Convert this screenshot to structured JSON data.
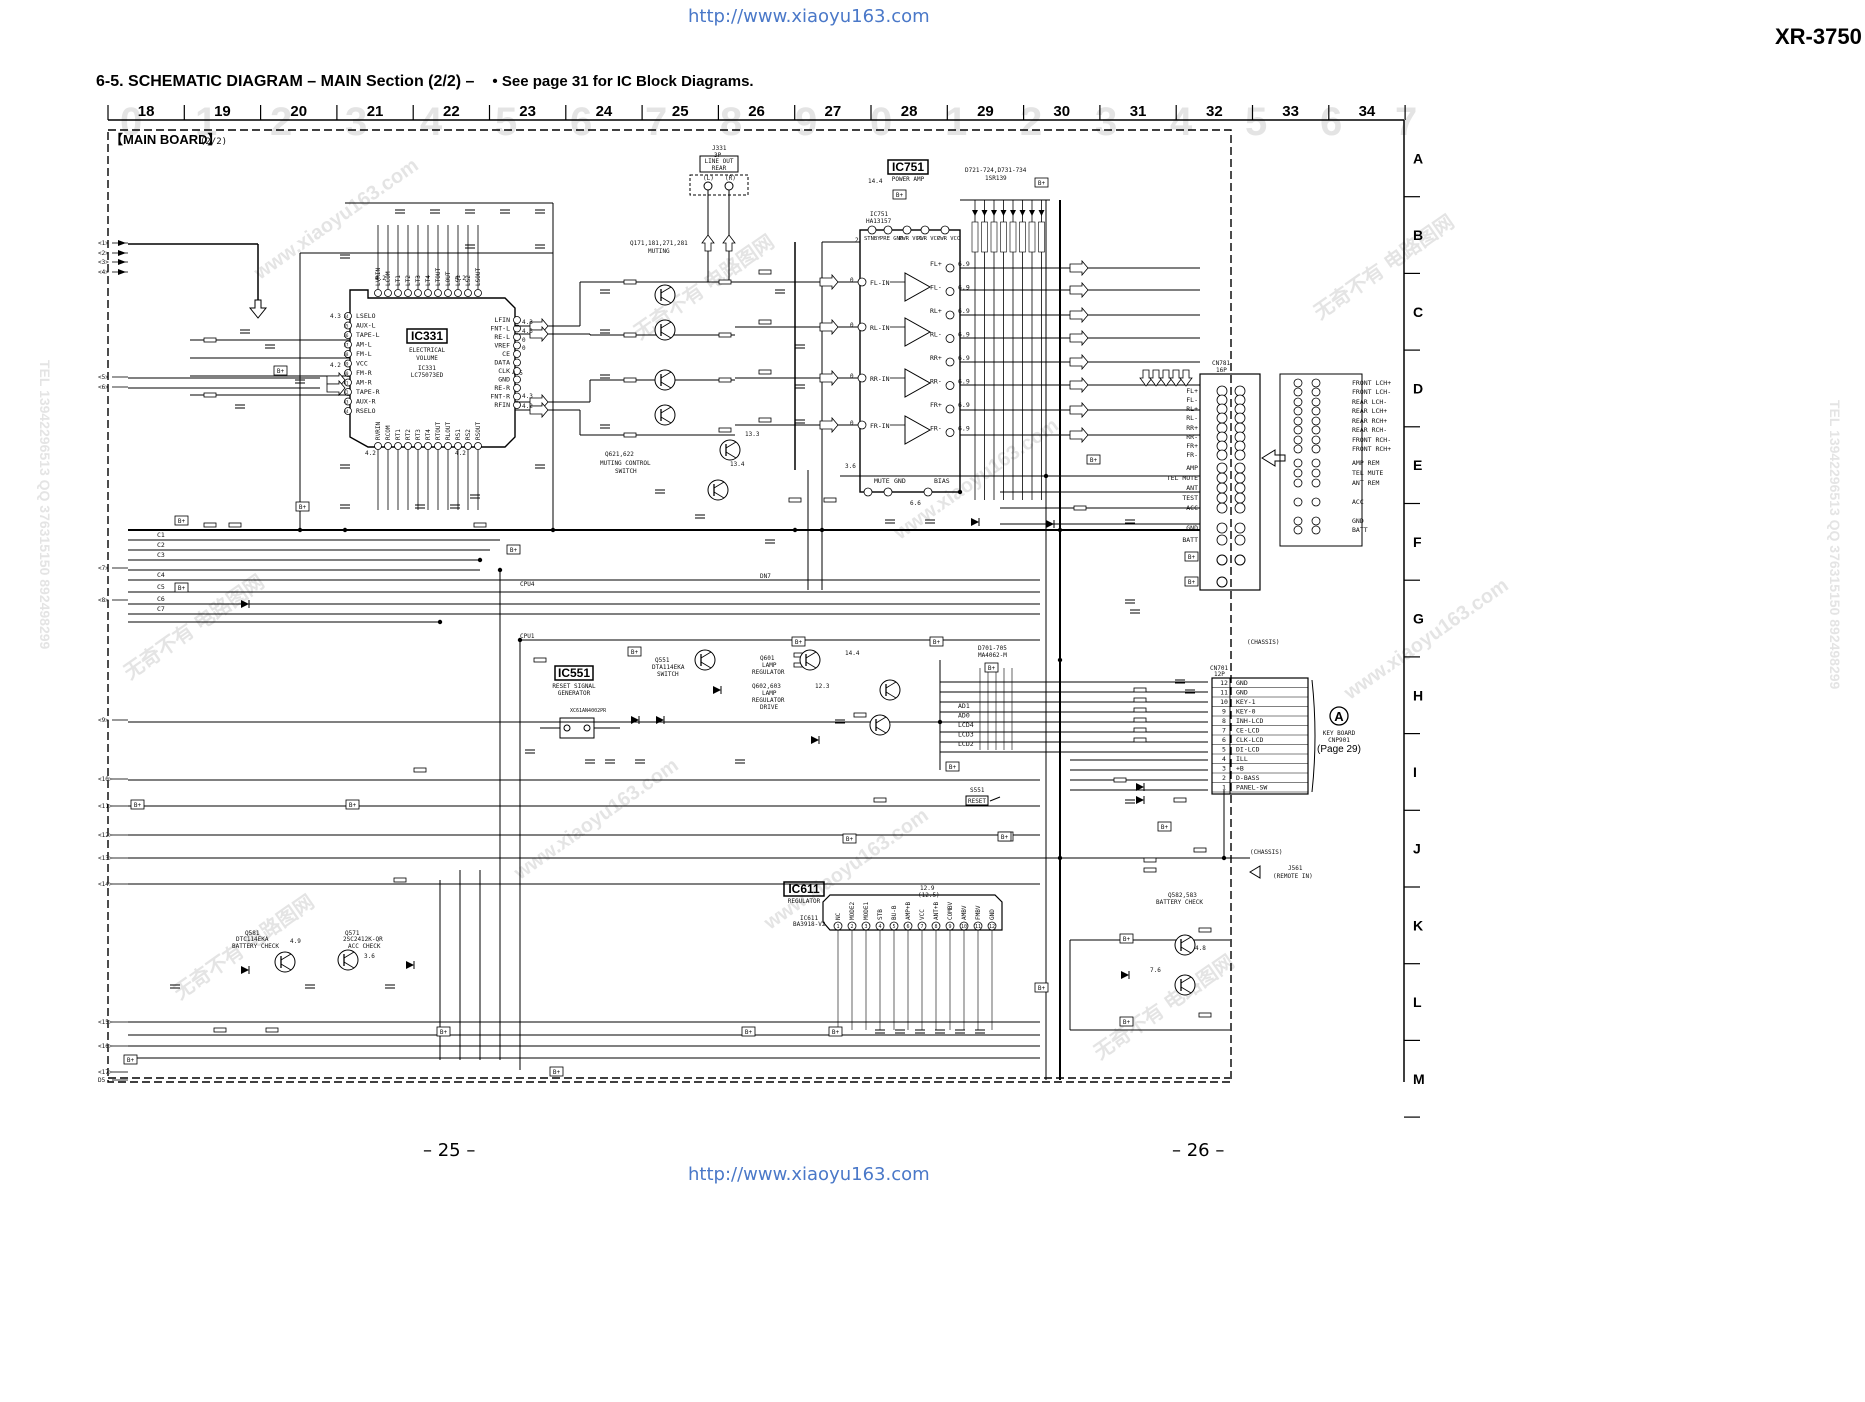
{
  "header": {
    "url_top": "http://www.xiaoyu163.com",
    "model": "XR-3750",
    "title": "6-5.   SCHEMATIC  DIAGRAM  – MAIN Section (2/2) –",
    "note": "• See page 31 for IC Block Diagrams."
  },
  "grid": {
    "columns": [
      "18",
      "19",
      "20",
      "21",
      "22",
      "23",
      "24",
      "25",
      "26",
      "27",
      "28",
      "29",
      "30",
      "31",
      "32",
      "33",
      "34"
    ],
    "rows": [
      "A",
      "B",
      "C",
      "D",
      "E",
      "F",
      "G",
      "H",
      "I",
      "J",
      "K",
      "L",
      "M"
    ]
  },
  "board": {
    "label": "【MAIN BOARD】",
    "sub": "(2/2)"
  },
  "ics": {
    "ic331": {
      "name": "IC331",
      "desc1": "ELECTRICAL",
      "desc2": "VOLUME",
      "part1": "IC331",
      "part2": "LC75073ED"
    },
    "ic751": {
      "name": "IC751",
      "desc": "POWER AMP",
      "part1": "IC751",
      "part2": "HA13157"
    },
    "ic551": {
      "name": "IC551",
      "desc1": "RESET SIGNAL",
      "desc2": "GENERATOR",
      "part": "XC61AN4002PR"
    },
    "ic611": {
      "name": "IC611",
      "desc": "REGULATOR",
      "part1": "IC611",
      "part2": "BA3918-V2"
    }
  },
  "ic331_left_pins": [
    "LSELO",
    "AUX-L",
    "TAPE-L",
    "AM-L",
    "FM-L",
    "VCC",
    "FM-R",
    "AM-R",
    "TAPE-R",
    "AUX-R",
    "RSELO"
  ],
  "ic331_right_labels": [
    "LFIN",
    "FNT-L",
    "RE-L",
    "VREF",
    "CE",
    "DATA",
    "CLK",
    "GND",
    "RE-R",
    "FNT-R",
    "RFIN"
  ],
  "ic331_top_pins": [
    "LVRIN",
    "LCOM",
    "LT1",
    "LT2",
    "LT3",
    "LT4",
    "LTOUT",
    "LOUT",
    "LS1",
    "LS2",
    "LSOUT"
  ],
  "ic331_bottom_pins": [
    "RVRIN",
    "RCOM",
    "RT1",
    "RT2",
    "RT3",
    "RT4",
    "RTOUT",
    "RLOUT",
    "RS1",
    "RS2",
    "RSOUT"
  ],
  "ic751_channels": [
    "FL-IN",
    "RL-IN",
    "RR-IN",
    "FR-IN"
  ],
  "ic751_outputs": [
    "FL+",
    "FL-",
    "RL+",
    "RL-",
    "RR+",
    "RR-",
    "FR+",
    "FR-"
  ],
  "ic751_top_labels": [
    "PRE GND",
    "PWR VCC",
    "PWR VCC",
    "PWR VCC",
    "STNBY"
  ],
  "ic751_bottom_labels": [
    "MUTE",
    "GND",
    "BIAS"
  ],
  "cn781": {
    "label": "CN781",
    "sub": "16P",
    "pins": [
      "FL+",
      "FL-",
      "RL+",
      "RL-",
      "RR+",
      "RR-",
      "FR+",
      "FR-",
      "AMP",
      "TEL MUTE",
      "ANT",
      "TEST",
      "ACC",
      "GND",
      "BATT"
    ]
  },
  "output_connector": {
    "labels": [
      "FRONT LCH+",
      "FRONT LCH-",
      "REAR LCH-",
      "REAR LCH+",
      "REAR RCH+",
      "REAR RCH-",
      "FRONT RCH-",
      "FRONT RCH+",
      "AMP REM",
      "TEL MUTE",
      "ANT REM",
      "ACC",
      "GND",
      "BATT"
    ]
  },
  "cn701": {
    "label": "CN701",
    "sub": "12P",
    "pins": [
      {
        "num": "12",
        "name": "GND"
      },
      {
        "num": "11",
        "name": "GND"
      },
      {
        "num": "10",
        "name": "KEY-1"
      },
      {
        "num": "9",
        "name": "KEY-0"
      },
      {
        "num": "8",
        "name": "INH-LCD"
      },
      {
        "num": "7",
        "name": "CE-LCD"
      },
      {
        "num": "6",
        "name": "CLK-LCD"
      },
      {
        "num": "5",
        "name": "DI-LCD"
      },
      {
        "num": "4",
        "name": "ILL"
      },
      {
        "num": "3",
        "name": "+B"
      },
      {
        "num": "2",
        "name": "D-BASS"
      },
      {
        "num": "1",
        "name": "PANEL-SW"
      }
    ]
  },
  "keyboard_ref": {
    "letter": "A",
    "line1": "KEY BOARD",
    "line2": "CNP901",
    "line3": "(Page 29)"
  },
  "ic611_pins": [
    "NC",
    "MODE2",
    "MODE1",
    "STB",
    "BU-B",
    "AMP+B",
    "VCC",
    "ANT+B",
    "COMBV",
    "AMBV",
    "FMBV",
    "GND"
  ],
  "ic611_pin_nums": [
    "1",
    "2",
    "3",
    "4",
    "5",
    "6",
    "7",
    "8",
    "9",
    "10",
    "11",
    "12"
  ],
  "line_out": {
    "label1": "J331",
    "label2": "3P",
    "box1": "LINE OUT",
    "box2": "REAR",
    "l": "(L)",
    "r": "(R)"
  },
  "misc_labels": {
    "muting": "Q171,181,271,281",
    "muting2": "MUTING",
    "muting_ctl": "Q621,622",
    "muting_ctl2": "MUTING CONTROL",
    "muting_ctl3": "SWITCH",
    "lamp_reg": "Q601",
    "lamp_reg2": "LAMP",
    "lamp_reg3": "REGULATOR",
    "lamp_drv": "Q602,603",
    "lamp_drv2": "LAMP",
    "lamp_drv3": "REGULATOR",
    "lamp_drv4": "DRIVE",
    "batt_check": "Q581",
    "batt_check2": "DTC114EKA",
    "batt_check3": "BATTERY CHECK",
    "acc_check": "Q571",
    "acc_check2": "2SC2412K-QR",
    "acc_check3": "ACC CHECK",
    "batt_check_r": "Q582,583",
    "batt_check_r2": "BATTERY CHECK",
    "switch": "Q551",
    "switch2": "DTA114EKA",
    "switch3": "SWITCH",
    "chassis1": "(CHASSIS)",
    "chassis2": "(CHASSIS)",
    "remote": "J561",
    "remote2": "(REMOTE IN)",
    "reset": "S551",
    "reset2": "RESET",
    "diodes_top": "D721-724,D731-734",
    "diodes_top2": "1SR139",
    "diodes_mid": "D701-705",
    "diodes_mid2": "MA4062-M",
    "cpu1": "CPU1",
    "cpu4": "CPU4",
    "dn7": "DN7",
    "bplus": "B+"
  },
  "left_connectors": [
    "<1>",
    "<2>",
    "<3>",
    "<4>",
    "<5>",
    "<6>",
    "<7>",
    "<8>",
    "<9>",
    "<10>",
    "<11>",
    "<12>",
    "<13>",
    "<14>",
    "<15>",
    "<16>",
    "<17>",
    "D5"
  ],
  "bus_labels": [
    "C1",
    "C2",
    "C3",
    "C4",
    "C5",
    "C6",
    "C7"
  ],
  "watermark": {
    "text1": "www.xiaoyu163.com",
    "text2": "无奇不有 电路图网",
    "side": "TEL 13942296513  QQ 376315150  892498299"
  },
  "footer": {
    "page_left": "– 25 –",
    "page_right": "– 26 –",
    "url_bottom": "http://www.xiaoyu163.com"
  }
}
